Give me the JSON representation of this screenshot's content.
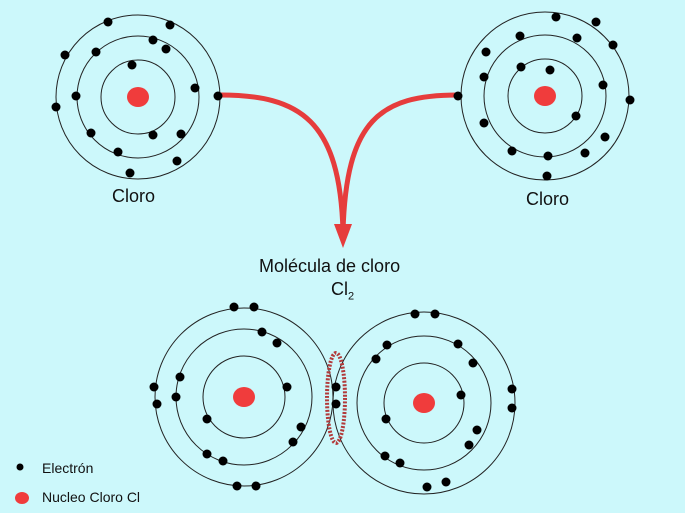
{
  "atoms": {
    "left_label": "Cloro",
    "right_label": "Cloro"
  },
  "molecule": {
    "title": "Molécula de cloro",
    "formula_base": "Cl",
    "formula_sub": "2"
  },
  "legend": {
    "electron": "Electrón",
    "nucleus": "Nucleo Cloro Cl"
  },
  "colors": {
    "background": "#ccf8fb",
    "nucleus": "#f03c3c",
    "arrow": "#e63c3c",
    "electron": "#000000",
    "bond_oval": "#b23a3a"
  }
}
